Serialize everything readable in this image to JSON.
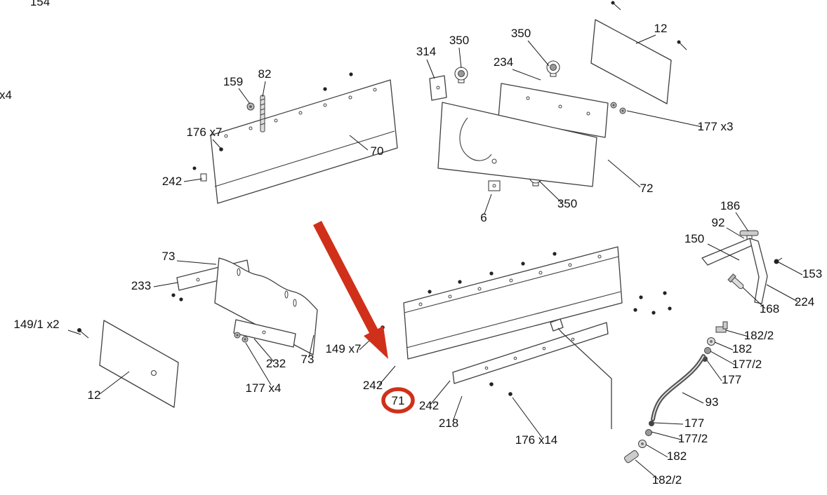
{
  "colors": {
    "accent_red": "#d0301a",
    "line": "#3f3f3f",
    "text": "#111111",
    "background": "#ffffff"
  },
  "highlight": {
    "circled_part": "71",
    "arrow_target": "71"
  },
  "labels": [
    "154",
    "x4",
    "159",
    "82",
    "176 x7",
    "242",
    "70",
    "314",
    "350",
    "350",
    "234",
    "12",
    "177 x3",
    "72",
    "350",
    "6",
    "186",
    "92",
    "150",
    "153",
    "224",
    "168",
    "182/2",
    "182",
    "177/2",
    "177",
    "93",
    "177",
    "177/2",
    "182",
    "182/2",
    "73",
    "233",
    "232",
    "73",
    "177 x4",
    "149/1 x2",
    "12",
    "149 x7",
    "242",
    "71",
    "242",
    "218",
    "176 x14"
  ]
}
